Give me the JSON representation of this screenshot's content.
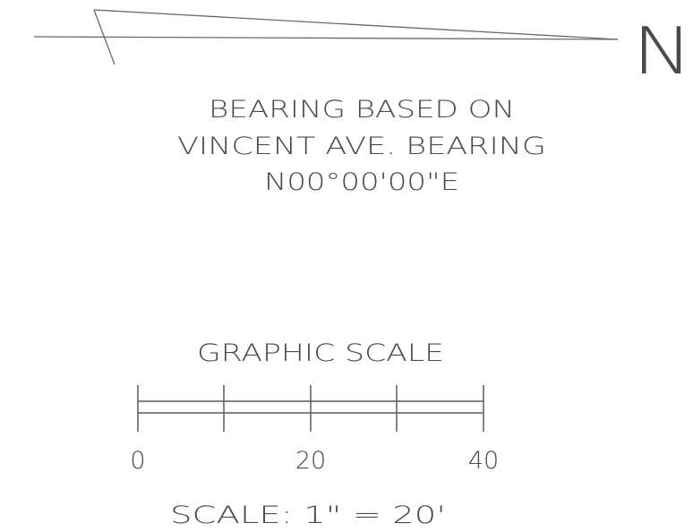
{
  "north_arrow": {
    "letter": "N"
  },
  "bearing_note": {
    "lines": [
      "BEARING BASED ON",
      "VINCENT AVE. BEARING",
      "N00°00'00\"E"
    ]
  },
  "graphic_scale": {
    "title": "GRAPHIC SCALE",
    "tick_labels": [
      "0",
      "20",
      "40"
    ],
    "scale_text": "SCALE: 1\" = 20'"
  },
  "colors": {
    "ink": "#4a4a4a",
    "paper": "#ffffff"
  }
}
